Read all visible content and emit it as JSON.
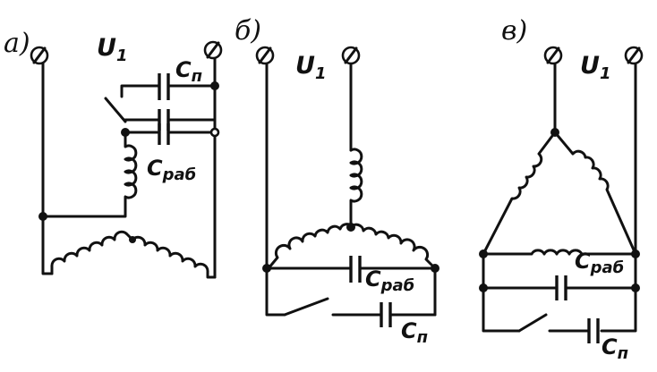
{
  "diagrams": [
    {
      "id": "a",
      "tag": "а)",
      "voltage": "U",
      "voltage_sub": "1",
      "cap_start": "C",
      "cap_start_sub": "п",
      "cap_run": "C",
      "cap_run_sub": "раб"
    },
    {
      "id": "b",
      "tag": "б)",
      "voltage": "U",
      "voltage_sub": "1",
      "cap_start": "C",
      "cap_start_sub": "п",
      "cap_run": "C",
      "cap_run_sub": "раб"
    },
    {
      "id": "c",
      "tag": "в)",
      "voltage": "U",
      "voltage_sub": "1",
      "cap_start": "C",
      "cap_start_sub": "п",
      "cap_run": "C",
      "cap_run_sub": "раб"
    }
  ]
}
